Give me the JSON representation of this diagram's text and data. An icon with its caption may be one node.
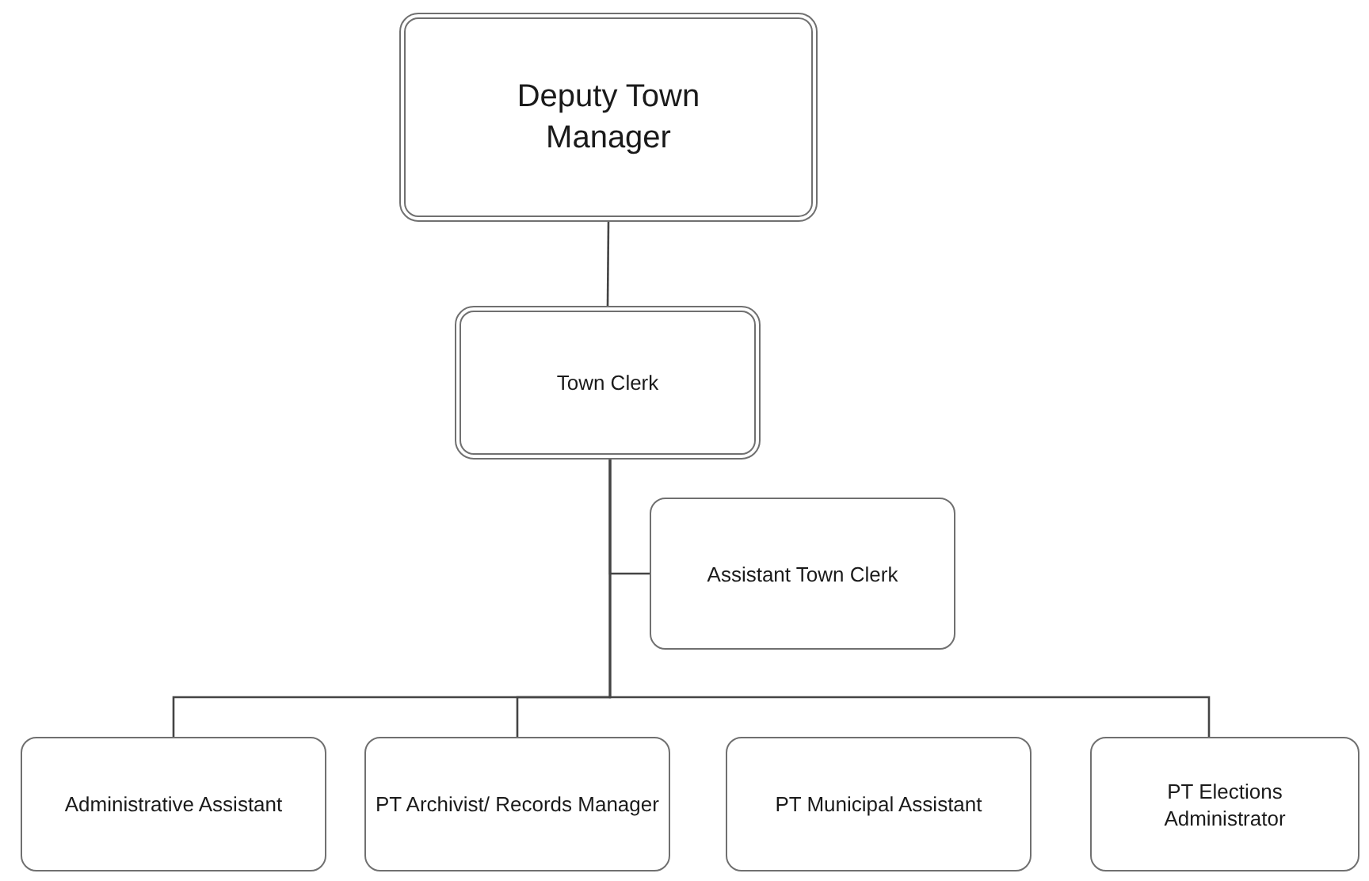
{
  "diagram": {
    "nodes": [
      {
        "text": [
          "Deputy Town Manager"
        ]
      },
      {
        "text": [
          "Town Clerk"
        ]
      },
      {
        "text": [
          "Assistant Town Clerk"
        ]
      },
      {
        "text": [
          "Administrative Assistant"
        ]
      },
      {
        "text": [
          "PT Archivist/ Records Manager"
        ]
      },
      {
        "text": [
          "PT Municipal Assistant"
        ]
      },
      {
        "text": [
          "PT Elections Administrator"
        ]
      }
    ],
    "edges": [
      {
        "from": 0,
        "to": 1,
        "arrow": "none"
      },
      {
        "from": 1,
        "to": 2,
        "arrow": "none"
      },
      {
        "from": 1,
        "to": 3,
        "arrow": "none"
      },
      {
        "from": 1,
        "to": 4,
        "arrow": "none"
      },
      {
        "from": 1,
        "to": 6,
        "arrow": "none"
      }
    ]
  }
}
